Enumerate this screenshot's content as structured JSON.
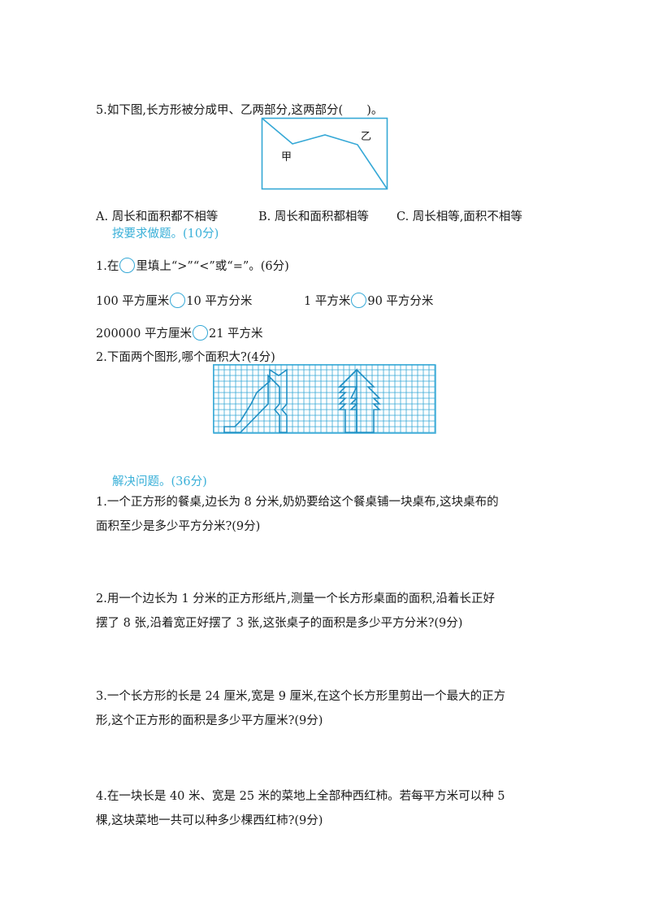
{
  "q5": {
    "stem": "5.如下图,长方形被分成甲、乙两部分,这两部分(　　)。",
    "label_jia": "甲",
    "label_yi": "乙",
    "options": [
      "A. 周长和面积都不相等",
      "B. 周长和面积都相等",
      "C. 周长相等,面积不相等"
    ]
  },
  "section_a": {
    "title": "按要求做题。(10分)"
  },
  "a1": {
    "stem_pre": "1.在",
    "stem_post": "里填上“>”“<”或“=”。(6分)",
    "items": [
      {
        "left": "100 平方厘米",
        "right": "10 平方分米"
      },
      {
        "left": "1 平方米",
        "right": "90 平方分米"
      },
      {
        "left": "200000 平方厘米",
        "right": "21 平方米"
      }
    ]
  },
  "a2": {
    "stem": "2.下面两个图形,哪个面积大?(4分)"
  },
  "section_b": {
    "title": "解决问题。(36分)"
  },
  "b1": {
    "line1": "1.一个正方形的餐桌,边长为 8 分米,奶奶要给这个餐桌铺一块桌布,这块桌布的",
    "line2": "面积至少是多少平方分米?(9分)"
  },
  "b2": {
    "line1": "2.用一个边长为 1 分米的正方形纸片,测量一个长方形桌面的面积,沿着长正好",
    "line2": "摆了 8 张,沿着宽正好摆了 3 张,这张桌子的面积是多少平方分米?(9分)"
  },
  "b3": {
    "line1": "3.一个长方形的长是 24 厘米,宽是 9 厘米,在这个长方形里剪出一个最大的正方",
    "line2": "形,这个正方形的面积是多少平方厘米?(9分)"
  },
  "b4": {
    "line1": "4.在一块长是 40 米、宽是 25 米的菜地上全部种西红柿。若每平方米可以种 5",
    "line2": "棵,这块菜地一共可以种多少棵西红柿?(9分)"
  },
  "colors": {
    "accent": "#35a8d6",
    "text": "#1a1a1a"
  }
}
